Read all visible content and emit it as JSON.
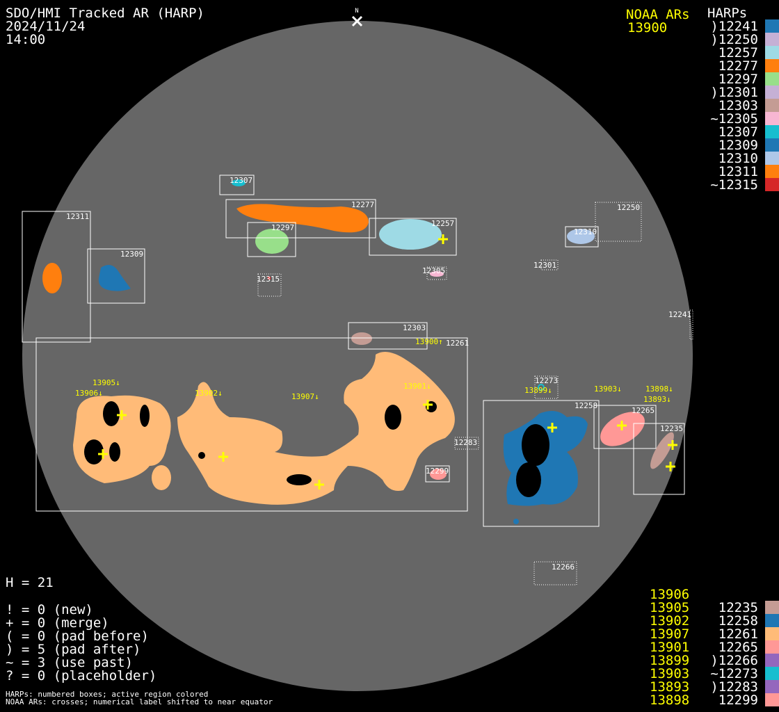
{
  "header": {
    "title": "SDO/HMI Tracked AR (HARP)",
    "date": "2024/11/24",
    "time": "14:00",
    "north_label": "N"
  },
  "noaa_header": {
    "title": "NOAA ARs",
    "top_list": [
      "13900"
    ]
  },
  "harps_header": {
    "title": "HARPs"
  },
  "harp_legend_top": [
    {
      "label": ")12241",
      "color": "#1f77b4"
    },
    {
      "label": ")12250",
      "color": "#c5b0d5"
    },
    {
      "label": "12257",
      "color": "#9edae5"
    },
    {
      "label": "12277",
      "color": "#ff7f0e"
    },
    {
      "label": "12297",
      "color": "#98df8a"
    },
    {
      "label": ")12301",
      "color": "#c5b0d5"
    },
    {
      "label": "12303",
      "color": "#c49c94"
    },
    {
      "label": "~12305",
      "color": "#f7b6d2"
    },
    {
      "label": "12307",
      "color": "#17becf"
    },
    {
      "label": "12309",
      "color": "#1f77b4"
    },
    {
      "label": "12310",
      "color": "#aec7e8"
    },
    {
      "label": "12311",
      "color": "#ff7f0e"
    },
    {
      "label": "~12315",
      "color": "#d62728"
    }
  ],
  "noaa_bottom": [
    "13906",
    "13905",
    "13902",
    "13907",
    "13901",
    "13899",
    "13903",
    "13893",
    "13898"
  ],
  "harp_legend_bottom": [
    {
      "label": "12235",
      "color": "#c49c94"
    },
    {
      "label": "12258",
      "color": "#1f77b4"
    },
    {
      "label": "12261",
      "color": "#ffbb78"
    },
    {
      "label": "12265",
      "color": "#ff9896"
    },
    {
      "label": ")12266",
      "color": "#9467bd"
    },
    {
      "label": "~12273",
      "color": "#17becf"
    },
    {
      "label": ")12283",
      "color": "#9467bd"
    },
    {
      "label": "12299",
      "color": "#ff9896"
    }
  ],
  "stats": {
    "h": "H = 21",
    "lines": [
      "! = 0 (new)",
      "+ = 0 (merge)",
      "( = 0 (pad before)",
      ") = 5 (pad after)",
      "~ = 3 (use past)",
      "? = 0 (placeholder)"
    ]
  },
  "footer": [
    "HARPs: numbered boxes; active region colored",
    "NOAA ARs: crosses; numerical label shifted to near equator"
  ],
  "disk": {
    "harp_boxes": [
      "12307",
      "12277",
      "12297",
      "12257",
      "12311",
      "12309",
      "12315",
      "12305",
      "12250",
      "12310",
      "12301",
      "12241",
      "12303",
      "12261",
      "12273",
      "12283",
      "12299",
      "12258",
      "12265",
      "12235",
      "12266"
    ],
    "noaa_labels": [
      "13906↓",
      "13905↓",
      "13902↓",
      "13907↓",
      "13901↓",
      "13900↑",
      "13899↓",
      "13903↓",
      "13898↓",
      "13893↓"
    ]
  },
  "colors": {
    "disk": "#666666",
    "background": "#000000",
    "noaa": "#ffff00"
  }
}
